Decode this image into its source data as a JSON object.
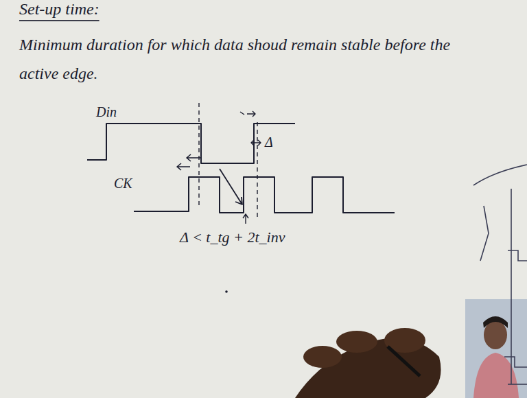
{
  "diagram": {
    "title": "Set-up time:",
    "labels": [
      "Minimum duration for which data shoud remain stable before the active edge.",
      "Din",
      "CK",
      "Δ",
      "Δ < t_tg + 2t_inv"
    ]
  }
}
